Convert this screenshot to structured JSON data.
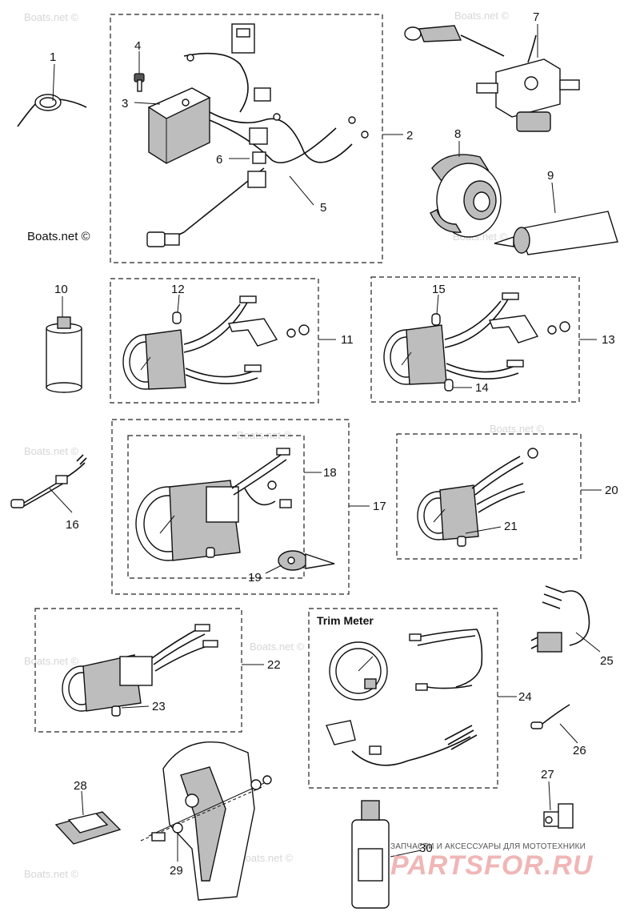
{
  "callouts": [
    {
      "id": "1",
      "label": "1"
    },
    {
      "id": "2",
      "label": "2"
    },
    {
      "id": "3",
      "label": "3"
    },
    {
      "id": "4",
      "label": "4"
    },
    {
      "id": "5",
      "label": "5"
    },
    {
      "id": "6",
      "label": "6"
    },
    {
      "id": "7",
      "label": "7"
    },
    {
      "id": "8",
      "label": "8"
    },
    {
      "id": "9",
      "label": "9"
    },
    {
      "id": "10",
      "label": "10"
    },
    {
      "id": "11",
      "label": "11"
    },
    {
      "id": "12",
      "label": "12"
    },
    {
      "id": "13",
      "label": "13"
    },
    {
      "id": "14",
      "label": "14"
    },
    {
      "id": "15",
      "label": "15"
    },
    {
      "id": "16",
      "label": "16"
    },
    {
      "id": "17",
      "label": "17"
    },
    {
      "id": "18",
      "label": "18"
    },
    {
      "id": "19",
      "label": "19"
    },
    {
      "id": "20",
      "label": "20"
    },
    {
      "id": "21",
      "label": "21"
    },
    {
      "id": "22",
      "label": "22"
    },
    {
      "id": "23",
      "label": "23"
    },
    {
      "id": "24",
      "label": "24"
    },
    {
      "id": "25",
      "label": "25"
    },
    {
      "id": "26",
      "label": "26"
    },
    {
      "id": "27",
      "label": "27"
    },
    {
      "id": "28",
      "label": "28"
    },
    {
      "id": "29",
      "label": "29"
    },
    {
      "id": "30",
      "label": "30"
    }
  ],
  "trim_meter_heading": "Trim Meter",
  "watermark": "Boats.net ©",
  "brand": {
    "tagline": "ЗАПЧАСТИ И АКСЕССУАРЫ ДЛЯ МОТОТЕХНИКИ",
    "name": "PARTSFOR.RU"
  }
}
